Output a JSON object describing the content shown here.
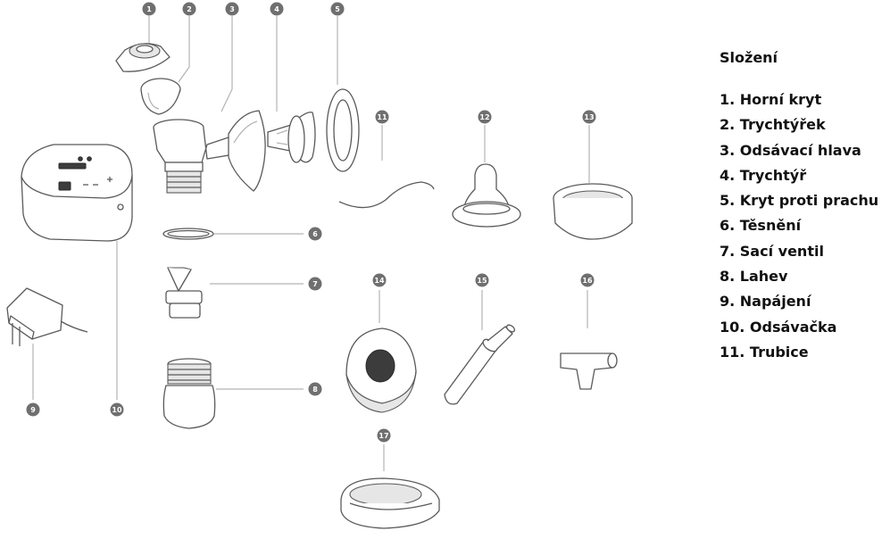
{
  "legend": {
    "title": "Složení",
    "items": [
      "1. Horní kryt",
      "2. Trychtýřek",
      "3. Odsávací hlava",
      "4. Trychtýř",
      "5. Kryt proti prachu",
      "6. Těsnění",
      "7. Sací ventil",
      "8. Lahev",
      "9. Napájení",
      "10. Odsávačka",
      "11. Trubice"
    ]
  },
  "callouts": [
    "1",
    "2",
    "3",
    "4",
    "5",
    "6",
    "7",
    "8",
    "9",
    "10",
    "11",
    "12",
    "13",
    "14",
    "15",
    "16",
    "17"
  ]
}
